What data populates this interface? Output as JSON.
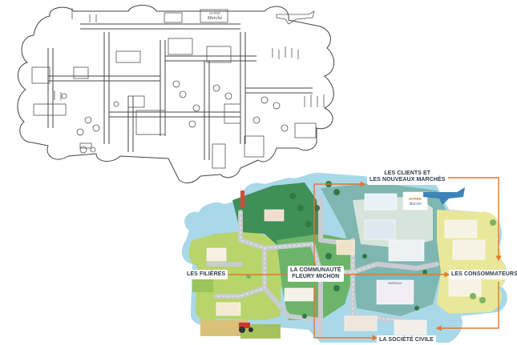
{
  "sketch": {
    "signs": {
      "hyper": "HYPER",
      "marche": "Marché"
    }
  },
  "map": {
    "labels": {
      "clients_line1": "LES CLIENTS ET",
      "clients_line2": "LES NOUVEAUX MARCHÉS",
      "filieres": "LES FILIÈRES",
      "communaute_line1": "LA COMMUNAUTÉ",
      "communaute_line2": "FLEURY MICHON",
      "consommateurs": "LES CONSOMMATEURS",
      "societe": "LA SOCIÉTÉ CIVILE"
    },
    "signs": {
      "hyper": "HYPER",
      "marche": "Marché",
      "bureau": "BUREAUX"
    }
  },
  "colors": {
    "sea": "#a9d8e8",
    "green_dark": "#3f8f57",
    "green_mid": "#6cb46a",
    "green_light": "#b8d46a",
    "yellow": "#e9e89a",
    "teal": "#7fb6b0",
    "road": "#c8ccd0",
    "arrow": "#e0792f",
    "sketch_line": "#444444"
  }
}
